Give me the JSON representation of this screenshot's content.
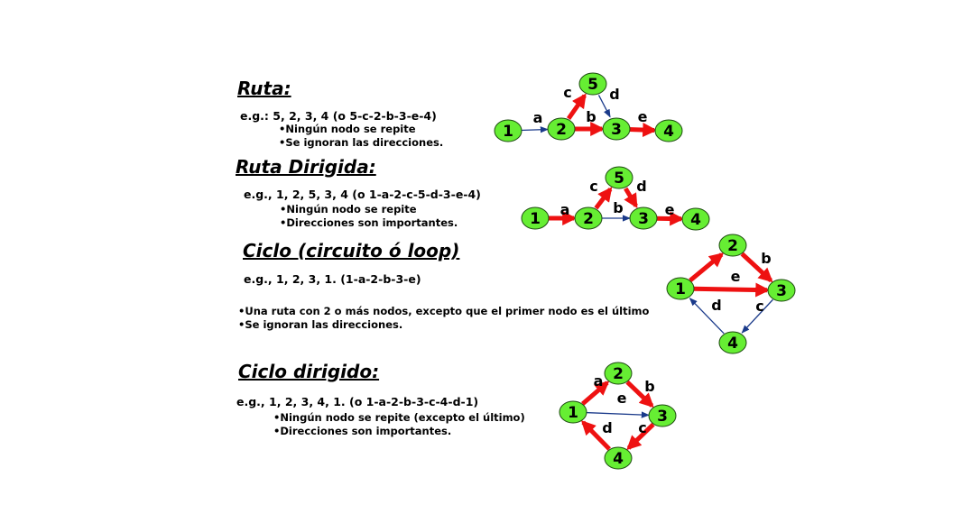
{
  "sections": [
    {
      "title": "Ruta:",
      "example": "e.g.:  5, 2, 3, 4 (o 5-c-2-b-3-e-4)",
      "bullets": [
        "Ningún nodo se repite",
        "Se ignoran las direcciones."
      ]
    },
    {
      "title": "Ruta Dirigida:",
      "example": "e.g.,  1, 2, 5, 3, 4  (o 1-a-2-c-5-d-3-e-4)",
      "bullets": [
        "Ningún nodo se repite",
        "Direcciones son importantes."
      ]
    },
    {
      "title": "Ciclo (circuito ó loop)",
      "example": "e.g., 1, 2, 3, 1.  (1-a-2-b-3-e)",
      "bullets": [
        "Una ruta con 2 o más nodos, excepto que el primer nodo es el último",
        "Se ignoran las direcciones."
      ]
    },
    {
      "title": "Ciclo dirigido:",
      "example": "e.g., 1, 2, 3, 4, 1. (o 1-a-2-b-3-c-4-d-1)",
      "bullets": [
        "Ningún nodo se repite (excepto el último)",
        "Direcciones son importantes."
      ]
    }
  ],
  "bullet_char": "•",
  "colors": {
    "node_fill": "#66ee33",
    "highlight_edge": "#ee1111",
    "plain_edge": "#1a3a8a"
  },
  "graphs": [
    {
      "nodes": [
        {
          "id": "n1",
          "label": "1"
        },
        {
          "id": "n2",
          "label": "2"
        },
        {
          "id": "n3",
          "label": "3"
        },
        {
          "id": "n4",
          "label": "4"
        },
        {
          "id": "n5",
          "label": "5"
        }
      ],
      "edges": [
        {
          "from": "n1",
          "to": "n2",
          "label": "a",
          "highlight": false
        },
        {
          "from": "n2",
          "to": "n5",
          "label": "c",
          "highlight": true
        },
        {
          "from": "n5",
          "to": "n3",
          "label": "d",
          "highlight": false
        },
        {
          "from": "n2",
          "to": "n3",
          "label": "b",
          "highlight": true
        },
        {
          "from": "n3",
          "to": "n4",
          "label": "e",
          "highlight": true
        }
      ]
    },
    {
      "nodes": [
        {
          "id": "n1",
          "label": "1"
        },
        {
          "id": "n2",
          "label": "2"
        },
        {
          "id": "n3",
          "label": "3"
        },
        {
          "id": "n4",
          "label": "4"
        },
        {
          "id": "n5",
          "label": "5"
        }
      ],
      "edges": [
        {
          "from": "n1",
          "to": "n2",
          "label": "a",
          "highlight": true
        },
        {
          "from": "n2",
          "to": "n5",
          "label": "c",
          "highlight": true
        },
        {
          "from": "n5",
          "to": "n3",
          "label": "d",
          "highlight": true
        },
        {
          "from": "n2",
          "to": "n3",
          "label": "b",
          "highlight": false
        },
        {
          "from": "n3",
          "to": "n4",
          "label": "e",
          "highlight": true
        }
      ]
    },
    {
      "nodes": [
        {
          "id": "n1",
          "label": "1"
        },
        {
          "id": "n2",
          "label": "2"
        },
        {
          "id": "n3",
          "label": "3"
        },
        {
          "id": "n4",
          "label": "4"
        }
      ],
      "edges": [
        {
          "from": "n1",
          "to": "n2",
          "label": "",
          "highlight": true
        },
        {
          "from": "n2",
          "to": "n3",
          "label": "b",
          "highlight": true
        },
        {
          "from": "n1",
          "to": "n3",
          "label": "e",
          "highlight": true
        },
        {
          "from": "n3",
          "to": "n4",
          "label": "c",
          "highlight": false
        },
        {
          "from": "n4",
          "to": "n1",
          "label": "d",
          "highlight": false
        }
      ]
    },
    {
      "nodes": [
        {
          "id": "n1",
          "label": "1"
        },
        {
          "id": "n2",
          "label": "2"
        },
        {
          "id": "n3",
          "label": "3"
        },
        {
          "id": "n4",
          "label": "4"
        }
      ],
      "edges": [
        {
          "from": "n1",
          "to": "n2",
          "label": "a",
          "highlight": true
        },
        {
          "from": "n2",
          "to": "n3",
          "label": "b",
          "highlight": true
        },
        {
          "from": "n1",
          "to": "n3",
          "label": "e",
          "highlight": false
        },
        {
          "from": "n3",
          "to": "n4",
          "label": "c",
          "highlight": true
        },
        {
          "from": "n4",
          "to": "n1",
          "label": "d",
          "highlight": true
        }
      ]
    }
  ]
}
